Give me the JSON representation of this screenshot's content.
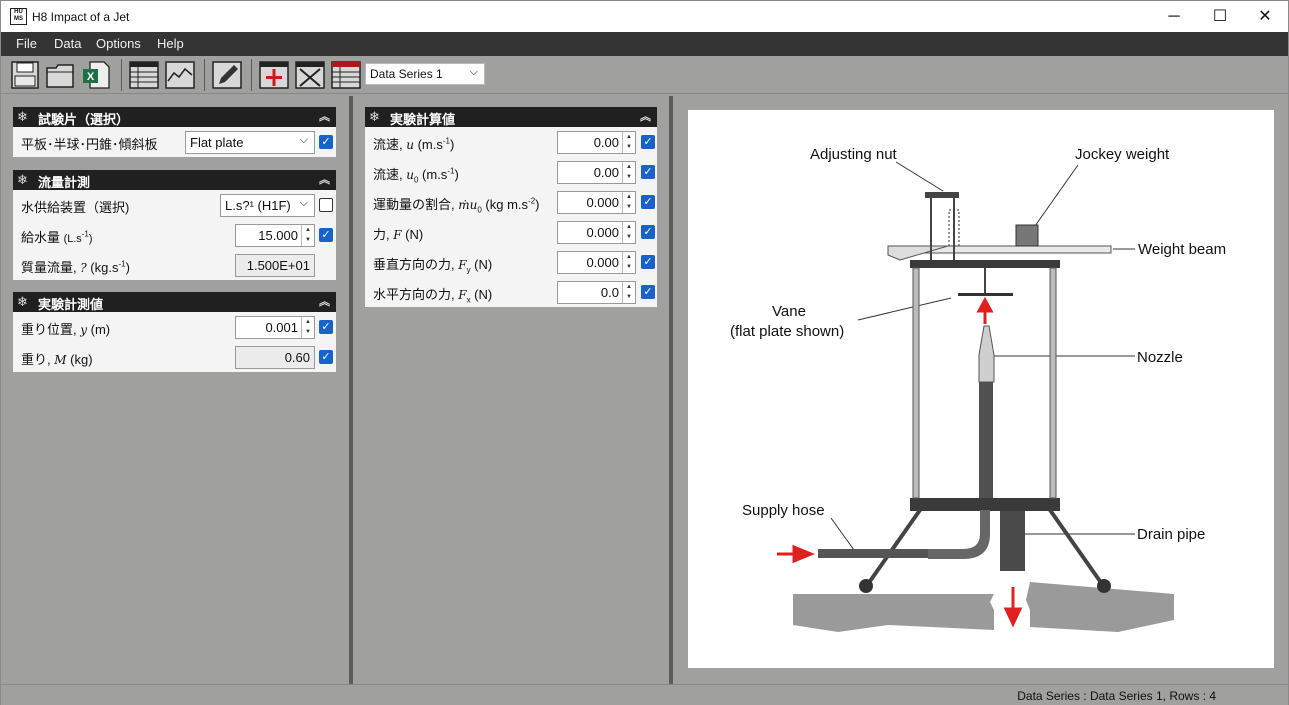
{
  "window": {
    "title": "H8 Impact of a Jet",
    "icon_text": "HU MS",
    "controls": {
      "minimize": "─",
      "maximize": "☐",
      "close": "✕"
    }
  },
  "menu": {
    "file": "File",
    "data": "Data",
    "options": "Options",
    "help": "Help"
  },
  "toolbar": {
    "icons": [
      "save-icon",
      "open-folder-icon",
      "excel-icon",
      "table-view-icon",
      "chart-view-icon",
      "edit-pencil-icon",
      "add-row-icon",
      "delete-row-icon",
      "series-table-icon"
    ],
    "series_select": "Data Series 1"
  },
  "panel_specimen": {
    "title": "試験片（選択）",
    "row_label": "平板･半球･円錐･傾斜板",
    "row_value": "Flat plate"
  },
  "panel_flow": {
    "title": "流量計測",
    "supply_label": "水供給装置（選択)",
    "supply_value": "L.s?¹ (H1F)",
    "flow_label_main": "給水量",
    "flow_label_unit": "(L.s",
    "flow_label_sup": "-1",
    "flow_label_end": ")",
    "flow_value": "15.000",
    "mass_label_main": "質量流量, ",
    "mass_label_sym": "?",
    "mass_label_unit": " (kg.s",
    "mass_label_sup": "-1",
    "mass_label_end": ")",
    "mass_value": "1.500E+01"
  },
  "panel_measured": {
    "title": "実験計測値",
    "pos_label": "重り位置, ",
    "pos_sym": "y",
    "pos_unit": " (m)",
    "pos_value": "0.001",
    "mass_label": "重り, ",
    "mass_sym": "M",
    "mass_unit": " (kg)",
    "mass_value": "0.60"
  },
  "panel_calc": {
    "title": "実験計算値",
    "rows": [
      {
        "label": "流速, ",
        "sym": "u",
        "unit": " (m.s",
        "sup": "-1",
        "end": ")",
        "value": "0.00"
      },
      {
        "label": "流速, ",
        "sym": "u",
        "sub": "0",
        "unit": " (m.s",
        "sup": "-1",
        "end": ")",
        "value": "0.00"
      },
      {
        "label": "運動量の割合, ",
        "sym": "ṁu",
        "sub": "0",
        "unit": " (kg m.s",
        "sup": "-2",
        "end": ")",
        "value": "0.000"
      },
      {
        "label": "力, ",
        "sym": "F",
        "unit": " (N)",
        "value": "0.000"
      },
      {
        "label": "垂直方向の力, ",
        "sym": "F",
        "sub": "y",
        "unit": " (N)",
        "value": "0.000"
      },
      {
        "label": "水平方向の力, ",
        "sym": "F",
        "sub": "x",
        "unit": " (N)",
        "value": "0.0"
      }
    ]
  },
  "diagram": {
    "labels": {
      "adjusting_nut": "Adjusting nut",
      "jockey_weight": "Jockey weight",
      "weight_beam": "Weight beam",
      "vane_1": "Vane",
      "vane_2": "(flat plate shown)",
      "nozzle": "Nozzle",
      "supply_hose": "Supply hose",
      "drain_pipe": "Drain pipe"
    },
    "arrow_color": "#e02020"
  },
  "status": {
    "text": "Data Series : Data Series 1,  Rows : 4"
  }
}
